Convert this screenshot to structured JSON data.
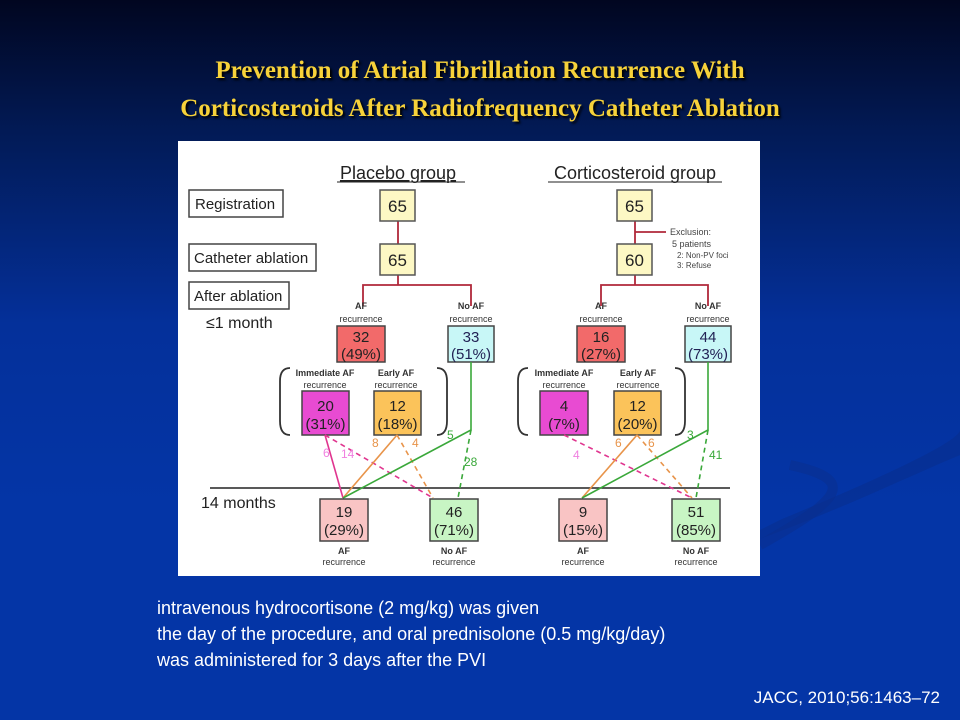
{
  "slide": {
    "title_line1": "Prevention of Atrial Fibrillation Recurrence With",
    "title_line2": "Corticosteroids After Radiofrequency Catheter Ablation",
    "caption_lines": [
      "intravenous hydrocortisone (2 mg/kg) was given",
      "the day of the procedure, and oral prednisolone (0.5 mg/kg/day)",
      "was administered for 3 days after the PVI"
    ],
    "citation": "JACC, 2010;56:1463–72"
  },
  "diagram": {
    "stage_labels": {
      "registration": "Registration",
      "catheter_ablation": "Catheter ablation",
      "after_ablation": "After ablation",
      "one_month": "≤1 month",
      "fourteen_months": "14 months"
    },
    "placebo": {
      "heading": "Placebo group",
      "registration": "65",
      "ablation": "65",
      "af_label1": "AF",
      "af_label2": "recurrence",
      "af_count": "32",
      "af_pct": "(49%)",
      "noaf_label1": "No AF",
      "noaf_label2": "recurrence",
      "noaf_count": "33",
      "noaf_pct": "(51%)",
      "immediate_label1": "Immediate AF",
      "immediate_label2": "recurrence",
      "immediate_count": "20",
      "immediate_pct": "(31%)",
      "early_label1": "Early AF",
      "early_label2": "recurrence",
      "early_count": "12",
      "early_pct": "(18%)",
      "flows": {
        "immediate_to_af": "6",
        "immediate_to_noaf": "14",
        "early_to_af": "8",
        "early_to_noaf": "4",
        "noaf_to_af": "5",
        "noaf_to_noaf": "28"
      },
      "final_af_count": "19",
      "final_af_pct": "(29%)",
      "final_af_label1": "AF",
      "final_af_label2": "recurrence",
      "final_noaf_count": "46",
      "final_noaf_pct": "(71%)",
      "final_noaf_label1": "No AF",
      "final_noaf_label2": "recurrence"
    },
    "corticosteroid": {
      "heading": "Corticosteroid group",
      "registration": "65",
      "ablation": "60",
      "exclusion": {
        "line1": "Exclusion:",
        "line2": "5 patients",
        "line3": "2: Non-PV foci",
        "line4": "3: Refuse"
      },
      "af_label1": "AF",
      "af_label2": "recurrence",
      "af_count": "16",
      "af_pct": "(27%)",
      "noaf_label1": "No AF",
      "noaf_label2": "recurrence",
      "noaf_count": "44",
      "noaf_pct": "(73%)",
      "immediate_label1": "Immediate AF",
      "immediate_label2": "recurrence",
      "immediate_count": "4",
      "immediate_pct": "(7%)",
      "early_label1": "Early AF",
      "early_label2": "recurrence",
      "early_count": "12",
      "early_pct": "(20%)",
      "flows": {
        "immediate_to_noaf": "4",
        "early_to_af": "6",
        "early_to_noaf": "6",
        "noaf_to_af": "3",
        "noaf_to_noaf": "41"
      },
      "final_af_count": "9",
      "final_af_pct": "(15%)",
      "final_af_label1": "AF",
      "final_af_label2": "recurrence",
      "final_noaf_count": "51",
      "final_noaf_pct": "(85%)",
      "final_noaf_label1": "No AF",
      "final_noaf_label2": "recurrence"
    },
    "colors": {
      "neutral_box": "#fdf8c4",
      "af_box": "#f26a6a",
      "noaf_box": "#c8f7f7",
      "immediate_box": "#e84bd2",
      "early_box": "#fbc35a",
      "final_af_box": "#f9c4c4",
      "final_noaf_box": "#c8f5c4",
      "tree_line": "#b0283a",
      "immediate_line": "#e0358f",
      "immediate_label": "#f080e0",
      "early_line": "#e8944a",
      "noaf_line": "#3aa83a"
    }
  }
}
